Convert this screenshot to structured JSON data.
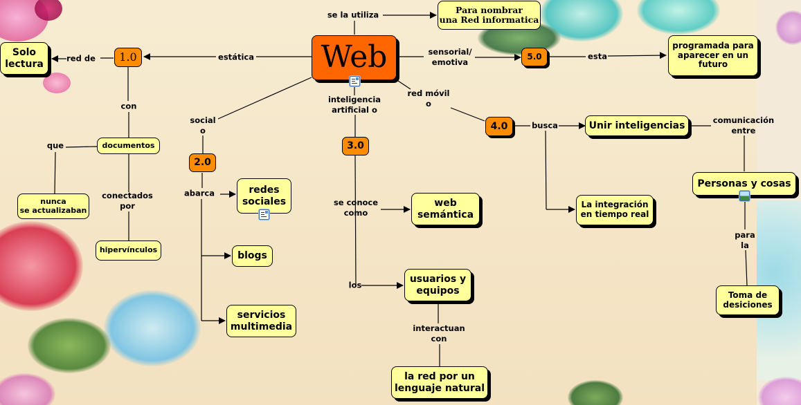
{
  "map": {
    "center": "Web",
    "nodes": {
      "web": "Web",
      "para_nombrar": "Para nombrar\nuna Red informatica",
      "v10": "1.0",
      "v20": "2.0",
      "v30": "3.0",
      "v40": "4.0",
      "v50": "5.0",
      "solo_lectura": "Solo\nlectura",
      "documentos": "documentos",
      "nunca": "nunca\nse actualizaban",
      "hipervinculos": "hipervínculos",
      "redes_sociales": "redes\nsociales",
      "blogs": "blogs",
      "servicios": "servicios\nmultimedia",
      "web_semantica": "web\nsemántica",
      "usuarios": "usuarios y\nequipos",
      "lenguaje": "la red por un\nlenguaje natural",
      "programada": "programada para\naparecer en un\nfuturo",
      "unir": "Unir inteligencias",
      "integracion": "La integración\nen tiempo real",
      "personas": "Personas y cosas",
      "toma": "Toma de\ndesiciones"
    },
    "link_labels": {
      "se_la_utiliza": "se la utiliza",
      "estatica": "estática",
      "red_de": "red de",
      "con": "con",
      "que": "que",
      "conectados_por": "conectados\npor",
      "social_o": "social\no",
      "abarca": "abarca",
      "inteligencia": "inteligencia\nartificial o",
      "se_conoce": "se conoce\ncomo",
      "los": "los",
      "interactuan": "interactuan\ncon",
      "sensorial": "sensorial/\nemotiva",
      "esta": "esta",
      "red_movil": "red móvil\no",
      "busca": "busca",
      "comunicacion": "comunicación\nentre",
      "para_la": "para\nla"
    },
    "icons": {
      "web_resource": "document-image-icon",
      "redes_resource": "document-image-icon",
      "personas_resource": "image-icon"
    },
    "colors": {
      "concept_fill": "#ffff9c",
      "version_fill": "#ff8c00",
      "center_fill": "#ff6600",
      "background": "#f5e6c8"
    }
  }
}
